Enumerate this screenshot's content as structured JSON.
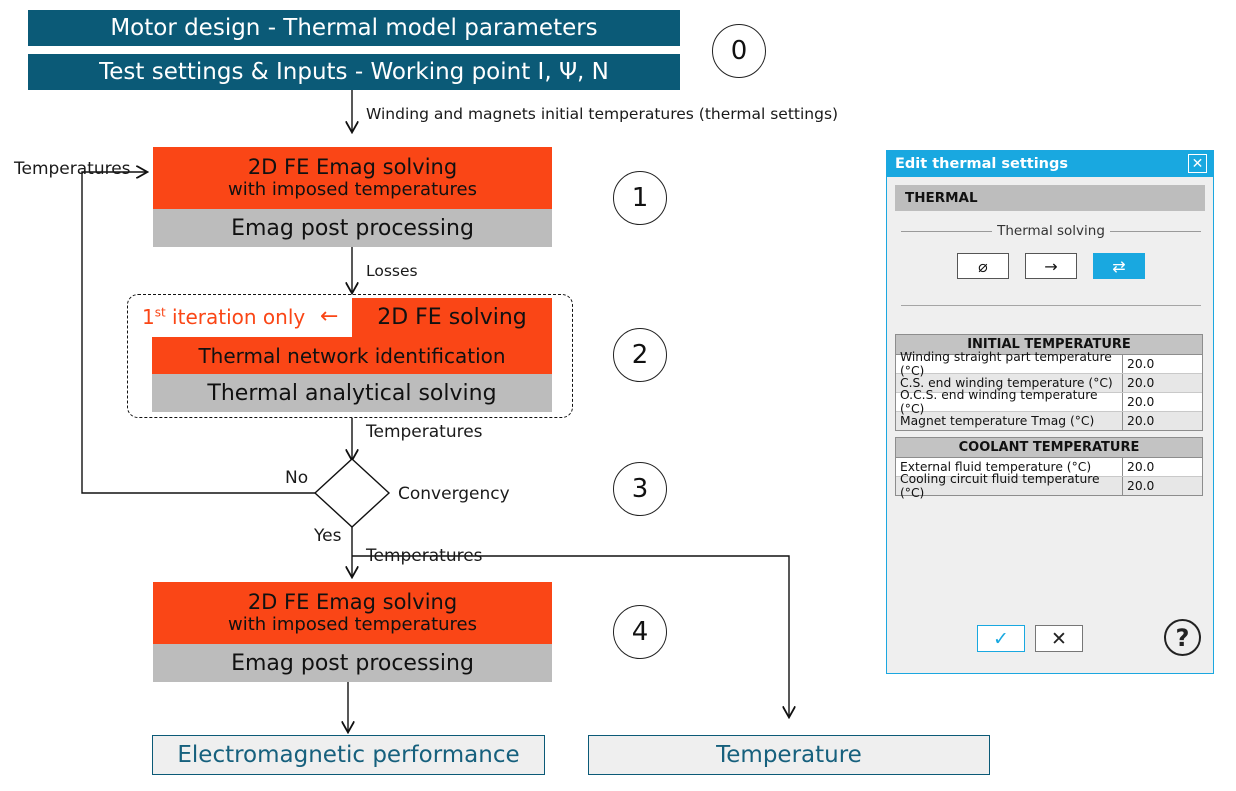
{
  "flow": {
    "stage0": {
      "number": "0",
      "box1": "Motor design - Thermal model parameters",
      "box2": "Test settings & Inputs - Working point I, Ψ, N",
      "edge_label": "Winding and magnets initial temperatures (thermal settings)"
    },
    "stage1": {
      "number": "1",
      "top_line1": "2D FE Emag solving",
      "top_line2": "with imposed temperatures",
      "bottom": "Emag post processing",
      "edge_label": "Losses"
    },
    "stage2": {
      "number": "2",
      "iteration_note": "1st iteration only",
      "iteration_arrow": "←",
      "row1": "2D FE solving",
      "row2": "Thermal network identification",
      "row3": "Thermal analytical solving",
      "edge_label": "Temperatures"
    },
    "stage3": {
      "number": "3",
      "decision": "Convergency",
      "no_label": "No",
      "yes_label": "Yes",
      "feedback_label": "Temperatures",
      "out_label": "Temperatures"
    },
    "stage4": {
      "number": "4",
      "top_line1": "2D FE Emag solving",
      "top_line2": "with imposed temperatures",
      "bottom": "Emag post processing"
    },
    "results": {
      "left": "Electromagnetic performance",
      "right": "Temperature"
    },
    "colors": {
      "teal": "#0b5a77",
      "orange": "#fa4616",
      "grey": "#bcbcbc",
      "dialog_blue": "#19a8e0"
    }
  },
  "dialog": {
    "title": "Edit thermal settings",
    "close_icon": "✕",
    "section": "THERMAL",
    "solving": {
      "legend": "Thermal solving",
      "options": [
        {
          "icon": "⌀",
          "name": "no-thermal",
          "selected": false
        },
        {
          "icon": "→",
          "name": "one-way-coupling",
          "selected": false
        },
        {
          "icon": "⇄",
          "name": "two-way-coupling",
          "selected": true
        }
      ]
    },
    "tables": [
      {
        "header": "INITIAL TEMPERATURE",
        "rows": [
          {
            "label": "Winding straight part temperature (°C)",
            "value": "20.0"
          },
          {
            "label": "C.S. end winding temperature (°C)",
            "value": "20.0"
          },
          {
            "label": "O.C.S. end winding temperature (°C)",
            "value": "20.0"
          },
          {
            "label": "Magnet temperature Tmag (°C)",
            "value": "20.0"
          }
        ]
      },
      {
        "header": "COOLANT TEMPERATURE",
        "rows": [
          {
            "label": "External fluid temperature (°C)",
            "value": "20.0"
          },
          {
            "label": "Cooling circuit fluid temperature (°C)",
            "value": "20.0"
          }
        ]
      }
    ],
    "footer": {
      "ok": "✓",
      "cancel": "✕",
      "help": "?"
    }
  }
}
